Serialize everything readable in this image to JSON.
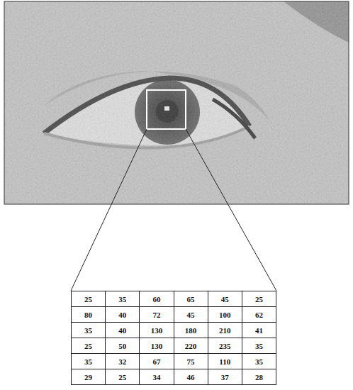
{
  "diagram": {
    "labels": [
      "25",
      "35",
      "60",
      "65",
      "45",
      "25",
      "80",
      "40",
      "72",
      "45",
      "100",
      "62",
      "35",
      "40",
      "130",
      "180",
      "210",
      "41",
      "25",
      "50",
      "130",
      "220",
      "235",
      "35",
      "35",
      "32",
      "67",
      "75",
      "110",
      "35",
      "29",
      "25",
      "34",
      "46",
      "37",
      "28"
    ]
  }
}
